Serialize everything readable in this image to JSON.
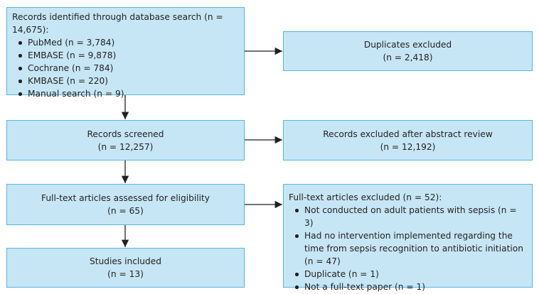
{
  "boxes": {
    "identified": {
      "heading": "Records identified through database search (n = 14,675):",
      "items": [
        "PubMed (n = 3,784)",
        "EMBASE (n = 9,878)",
        "Cochrane (n = 784)",
        "KMBASE (n = 220)",
        "Manual search (n = 9)"
      ]
    },
    "duplicates": {
      "line1": "Duplicates excluded",
      "line2": "(n = 2,418)"
    },
    "screened": {
      "line1": "Records screened",
      "line2": "(n = 12,257)"
    },
    "excluded_abstract": {
      "line1": "Records excluded after abstract review",
      "line2": "(n = 12,192)"
    },
    "fulltext": {
      "line1": "Full-text articles assessed for eligibility",
      "line2": "(n = 65)"
    },
    "fulltext_excluded": {
      "heading": "Full-text articles excluded (n = 52):",
      "items": [
        "Not conducted on adult patients with sepsis (n = 3)",
        "Had no intervention implemented regarding the time from sepsis recognition to antibiotic initiation (n = 47)",
        "Duplicate (n = 1)",
        "Not a full-text paper (n = 1)"
      ]
    },
    "included": {
      "line1": "Studies included",
      "line2": "(n = 13)"
    }
  },
  "colors": {
    "box_fill": "#c6e6f5",
    "box_border": "#56b5df",
    "arrow": "#231f20"
  }
}
